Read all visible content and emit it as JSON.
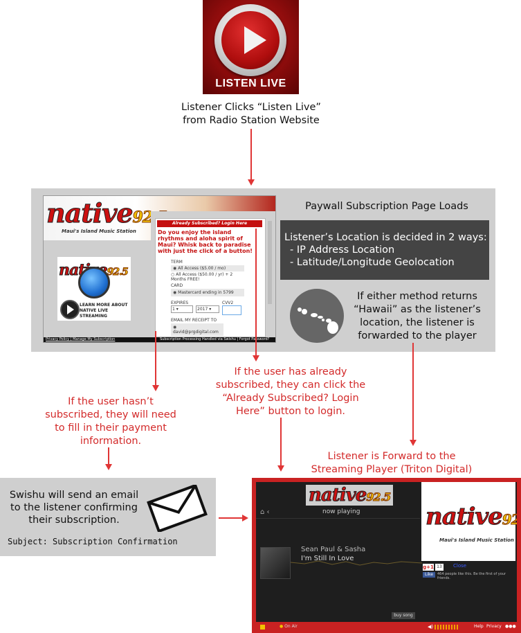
{
  "listen_live": {
    "button_label": "LISTEN LIVE"
  },
  "step1_caption": {
    "line1": "Listener Clicks “Listen Live”",
    "line2": "from Radio Station Website"
  },
  "paywall": {
    "title": "Paywall Subscription Page Loads",
    "location_box": {
      "heading": "Listener’s Location is decided in 2 ways:",
      "items": [
        "- IP Address Location",
        "- Latitude/Longitude Geolocation"
      ]
    },
    "hawaii_text": [
      "If either method returns",
      "“Hawaii” as the listener’s",
      "location, the listener is",
      "forwarded to the player"
    ],
    "screenshot": {
      "logo_text": "native",
      "logo_number": "92.5",
      "tagline": "Maui's Island Music Station",
      "promo_line1": "LEARN MORE ABOUT",
      "promo_line2": "NATIVE LIVE STREAMING",
      "login_button": "Already Subscribed? Login Here",
      "question": "Do you enjoy the island rhythms and aloha spirit of Maui? Whisk back to paradise with just the click of a button!",
      "term_label": "TERM",
      "term_option1": "All Access ($5.00 / mo)",
      "term_option2": "All Access ($50.00 / yr) + 2 Months FREE!",
      "card_label": "CARD",
      "card_value": "Mastercard ending in 5799",
      "expires_label": "EXPIRES",
      "expires_month": "1",
      "expires_year": "2017",
      "cvv_label": "CVV2",
      "email_label": "EMAIL MY RECEIPT TO",
      "email_value": "david@prgdigital.com",
      "footer_left": "Privacy Policy | Manage My Subscription",
      "footer_right": "Subscription Processing Handled via Swishu | Forgot Password?"
    }
  },
  "notes": {
    "already_subscribed": [
      "If the user has already",
      "subscribed, they can click the",
      "“Already Subscribed? Login",
      "Here” button to login."
    ],
    "not_subscribed": [
      "If the user hasn’t",
      "subscribed, they will need",
      "to fill in their payment",
      "information."
    ],
    "forward_player": [
      "Listener is Forward to the",
      "Streaming Player (Triton Digital)"
    ]
  },
  "email": {
    "text": [
      "Swishu will send an email",
      "to the listener confirming",
      "their subscription."
    ],
    "subject": "Subject: Subscription Confirmation"
  },
  "player": {
    "now_playing": "now playing",
    "artist": "Sean Paul & Sasha",
    "song": "I'm Still In Love",
    "buy_song": "buy song",
    "gplus_count": "13",
    "like_text": "464 people like this. Be the first of your friends.",
    "footer_help": "Help",
    "footer_privacy": "Privacy",
    "on_air": "On Air",
    "close_link": "Close"
  },
  "colors": {
    "accent_red": "#e03535",
    "brand_red": "#c92222",
    "dark_box": "#444444",
    "panel_gray": "#cfcfcf"
  }
}
